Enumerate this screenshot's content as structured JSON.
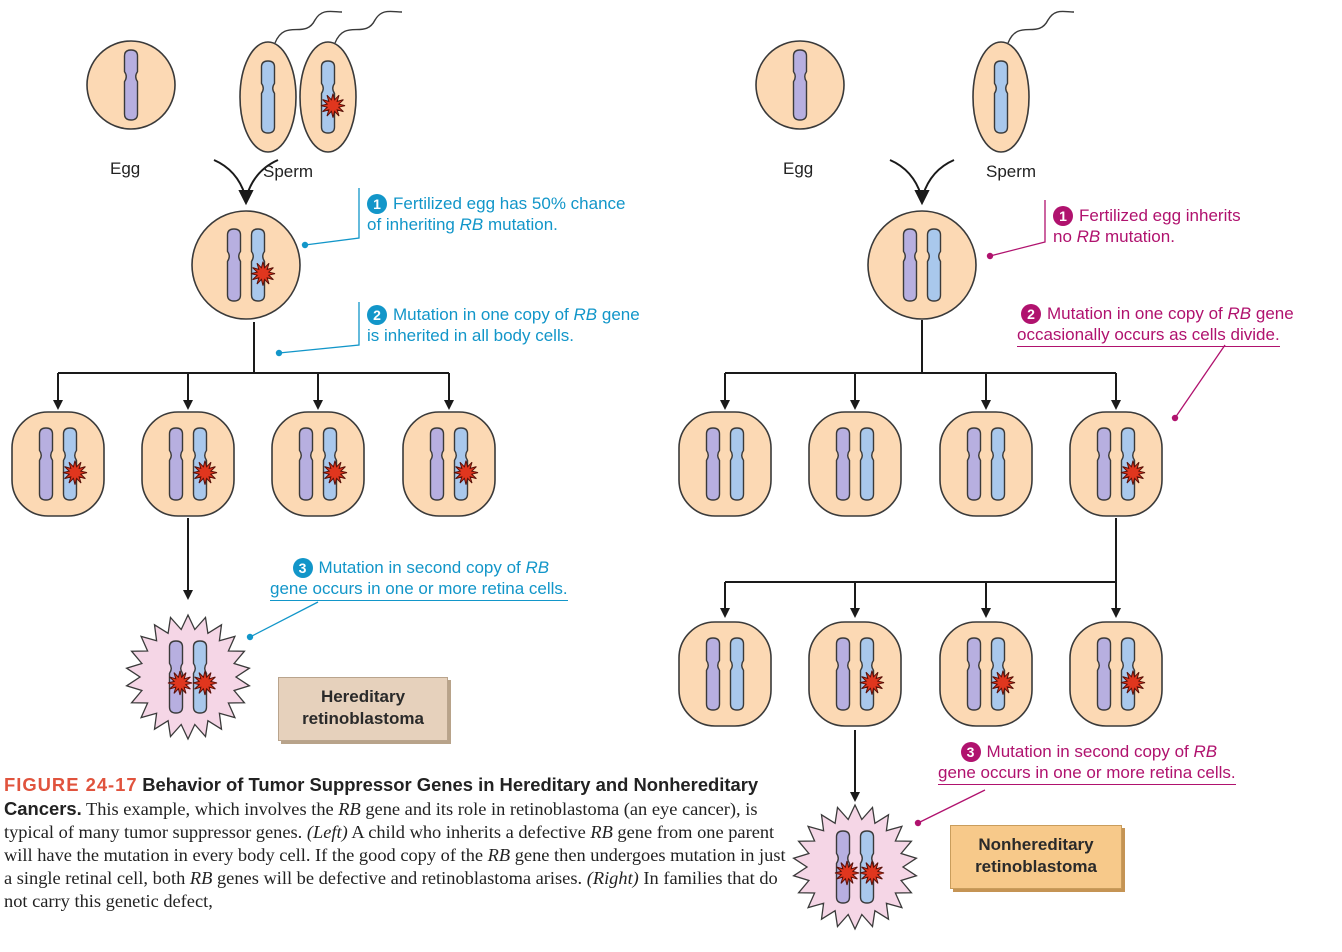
{
  "colors": {
    "cell_fill": "#fcd9b4",
    "cell_stroke": "#3a3a3a",
    "chromosome_maternal": "#b7afe0",
    "chromosome_paternal": "#a9c8ec",
    "mutation_star": "#e0361e",
    "tumor_fill": "#f5d6e6",
    "annotation_blue": "#1296c9",
    "annotation_magenta": "#b0126e",
    "hereditary_box": "#e6d1bc",
    "nonhereditary_box": "#f7c98a",
    "caption_heading": "#e0533d"
  },
  "left": {
    "egg_label": "Egg",
    "sperm_label": "Sperm",
    "step1": {
      "number": "1",
      "line1": "Fertilized egg has 50% chance",
      "line2_pre": "of inheriting ",
      "line2_gene": "RB",
      "line2_post": " mutation."
    },
    "step2": {
      "number": "2",
      "line1_pre": "Mutation in one copy of ",
      "line1_gene": "RB",
      "line1_post": " gene",
      "line2": "is inherited in all body cells."
    },
    "step3": {
      "number": "3",
      "line1_pre": "Mutation in second copy of ",
      "line1_gene": "RB",
      "line2": "gene occurs in one or more retina cells."
    },
    "box_line1": "Hereditary",
    "box_line2": "retinoblastoma"
  },
  "right": {
    "egg_label": "Egg",
    "sperm_label": "Sperm",
    "step1": {
      "number": "1",
      "line1": "Fertilized egg inherits",
      "line2_pre": "no ",
      "line2_gene": "RB",
      "line2_post": " mutation."
    },
    "step2": {
      "number": "2",
      "line1_pre": "Mutation in one copy of ",
      "line1_gene": "RB",
      "line1_post": " gene",
      "line2": "occasionally occurs as cells divide."
    },
    "step3": {
      "number": "3",
      "line1_pre": "Mutation in second copy of ",
      "line1_gene": "RB",
      "line2": "gene occurs in one or more retina cells."
    },
    "box_line1": "Nonhereditary",
    "box_line2": "retinoblastoma"
  },
  "caption": {
    "figure_number": "FIGURE 24-17",
    "title": "Behavior of Tumor Suppressor Genes in Hereditary and Nonhereditary Cancers.",
    "s1_pre": "This example, which involves the ",
    "s1_gene": "RB",
    "s1_post": " gene and its role in retinoblastoma (an eye cancer), is typical of many tumor suppressor genes.",
    "left_tag": "(Left)",
    "s2_pre": " A child who inherits a defective ",
    "s2_gene": "RB",
    "s2_post": " gene from one parent will have the mutation in every body cell. If the good copy of the ",
    "s2b_gene": "RB",
    "s2b_post": " gene then undergoes mutation in just a single retinal cell, both ",
    "s2c_gene": "RB",
    "s2c_post": " genes will be defective and retinoblastoma arises.",
    "right_tag": "(Right)",
    "s3": " In families that do not carry this genetic defect,"
  }
}
